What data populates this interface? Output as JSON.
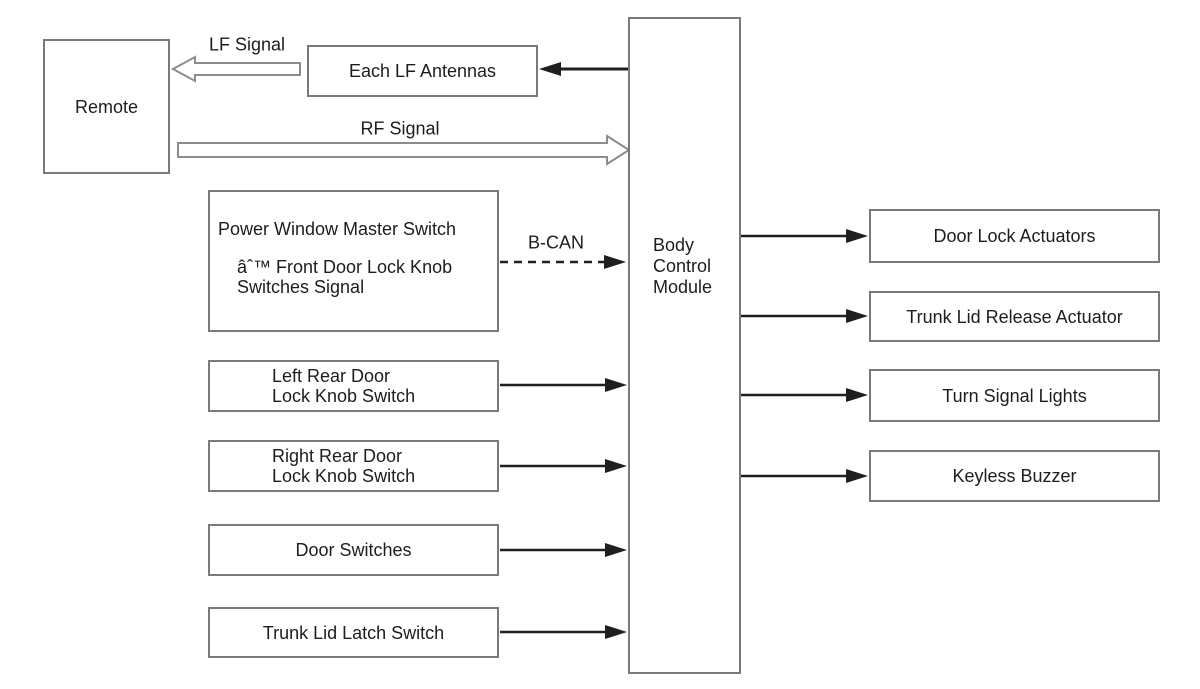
{
  "diagram": {
    "title_implicit": "Keyless entry system block diagram",
    "colors": {
      "background": "#ffffff",
      "box_border": "#7a7a7a",
      "solid_arrow": "#1f1f1f",
      "hollow_arrow_outline": "#8c8c8c",
      "text": "#1d1d1d"
    }
  },
  "nodes": {
    "remote": {
      "label": "Remote"
    },
    "each_lf_antennas": {
      "label": "Each LF Antennas"
    },
    "power_window_master_switch": {
      "line1": "Power Window Master Switch",
      "line2": "âˆ™ Front Door Lock Knob",
      "line3": "Switches Signal"
    },
    "left_rear_door": {
      "line1": "Left Rear Door",
      "line2": "Lock Knob Switch"
    },
    "right_rear_door": {
      "line1": "Right Rear Door",
      "line2": "Lock Knob Switch"
    },
    "door_switches": {
      "label": "Door Switches"
    },
    "trunk_lid_latch_switch": {
      "label": "Trunk Lid Latch Switch"
    },
    "body_control_module": {
      "line1": "Body",
      "line2": "Control",
      "line3": "Module"
    },
    "door_lock_actuators": {
      "label": "Door Lock Actuators"
    },
    "trunk_lid_release_actuator": {
      "label": "Trunk Lid Release Actuator"
    },
    "turn_signal_lights": {
      "label": "Turn Signal Lights"
    },
    "keyless_buzzer": {
      "label": "Keyless Buzzer"
    }
  },
  "edge_labels": {
    "lf_signal": "LF Signal",
    "rf_signal": "RF Signal",
    "b_can": "B-CAN"
  }
}
